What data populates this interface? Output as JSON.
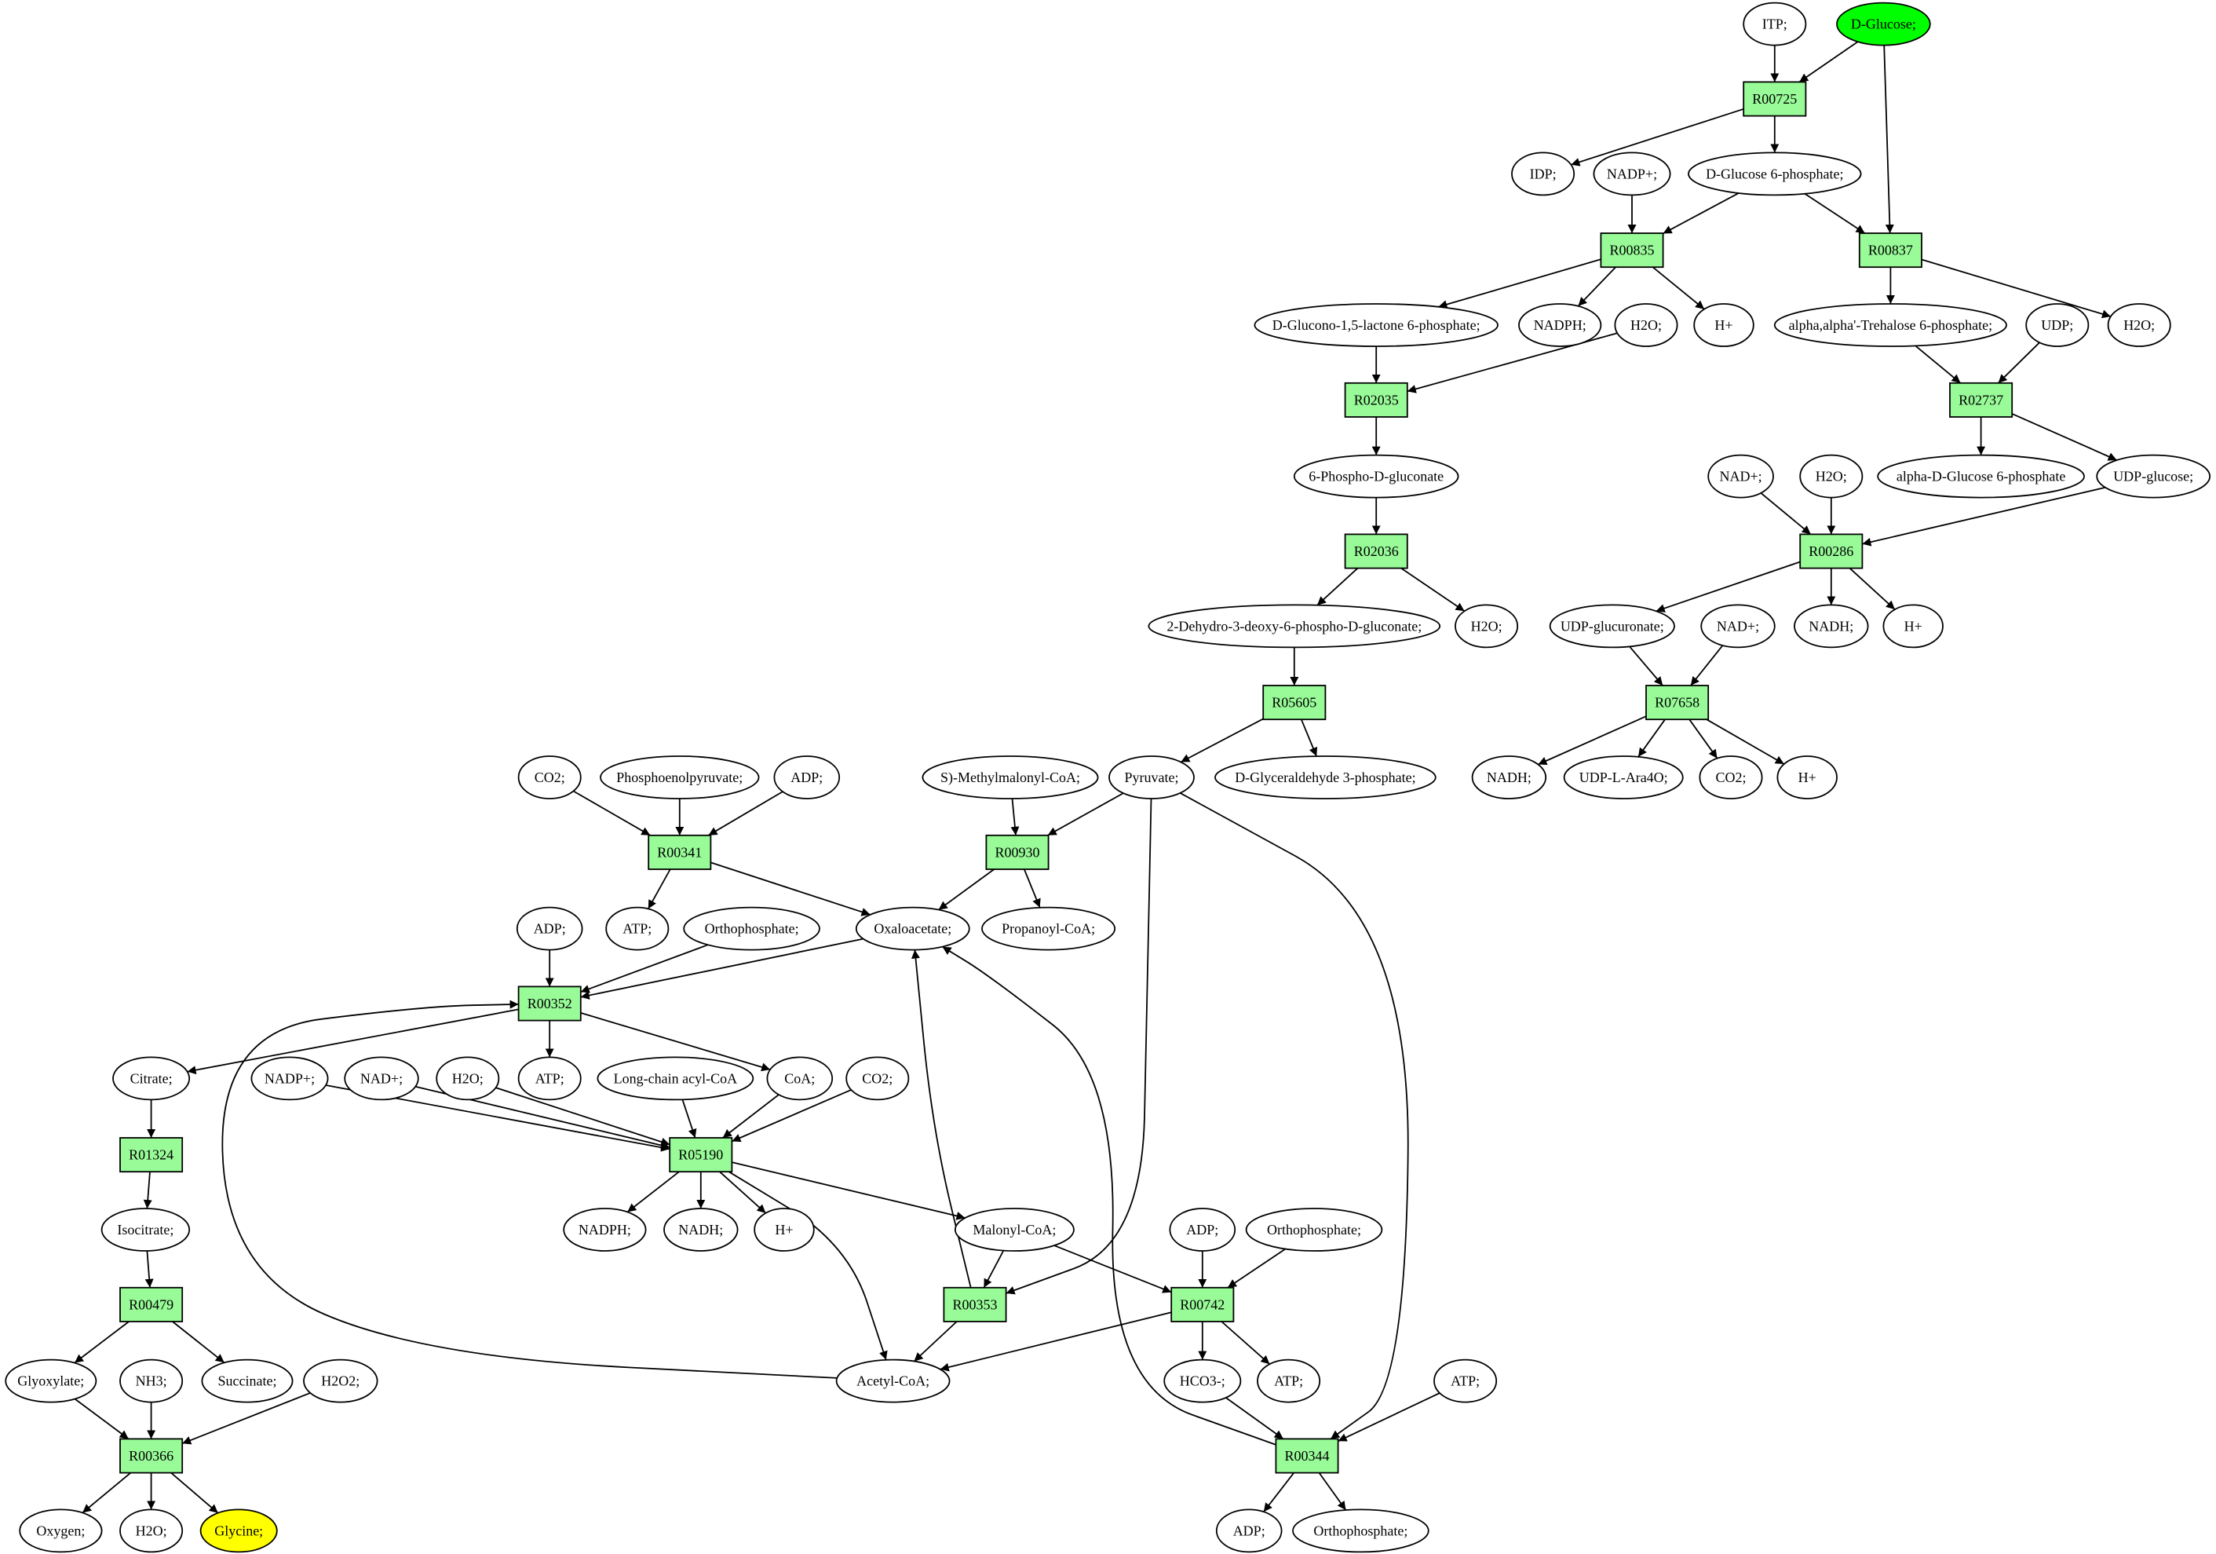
{
  "colors": {
    "reaction_fill": "#98fb98",
    "metabolite_fill": "#ffffff",
    "start_fill": "#00ff00",
    "target_fill": "#ffff00",
    "stroke": "#000000"
  },
  "nodes": {
    "n_itp": {
      "label": "ITP;",
      "kind": "metabolite"
    },
    "n_dglc": {
      "label": "D-Glucose;",
      "kind": "metabolite",
      "highlight": "start"
    },
    "r00725": {
      "label": "R00725",
      "kind": "reaction"
    },
    "n_idp": {
      "label": "IDP;",
      "kind": "metabolite"
    },
    "n_nadp1": {
      "label": "NADP+;",
      "kind": "metabolite"
    },
    "n_g6p": {
      "label": "D-Glucose 6-phosphate;",
      "kind": "metabolite"
    },
    "r00835": {
      "label": "R00835",
      "kind": "reaction"
    },
    "r00837": {
      "label": "R00837",
      "kind": "reaction"
    },
    "n_glu15l": {
      "label": "D-Glucono-1,5-lactone 6-phosphate;",
      "kind": "metabolite"
    },
    "n_nadph1": {
      "label": "NADPH;",
      "kind": "metabolite"
    },
    "n_h2o1": {
      "label": "H2O;",
      "kind": "metabolite"
    },
    "n_h1": {
      "label": "H+",
      "kind": "metabolite"
    },
    "n_tre6p": {
      "label": "alpha,alpha'-Trehalose 6-phosphate;",
      "kind": "metabolite"
    },
    "n_udp": {
      "label": "UDP;",
      "kind": "metabolite"
    },
    "n_h2o2": {
      "label": "H2O;",
      "kind": "metabolite"
    },
    "r02035": {
      "label": "R02035",
      "kind": "reaction"
    },
    "r02737": {
      "label": "R02737",
      "kind": "reaction"
    },
    "n_6pg": {
      "label": "6-Phospho-D-gluconate",
      "kind": "metabolite"
    },
    "n_ag1p": {
      "label": "alpha-D-Glucose 6-phosphate",
      "kind": "metabolite"
    },
    "n_udpglc": {
      "label": "UDP-glucose;",
      "kind": "metabolite"
    },
    "n_nad1": {
      "label": "NAD+;",
      "kind": "metabolite"
    },
    "n_h2o3": {
      "label": "H2O;",
      "kind": "metabolite"
    },
    "r02036": {
      "label": "R02036",
      "kind": "reaction"
    },
    "r00286": {
      "label": "R00286",
      "kind": "reaction"
    },
    "n_kdpg": {
      "label": "2-Dehydro-3-deoxy-6-phospho-D-gluconate;",
      "kind": "metabolite"
    },
    "n_h2o4": {
      "label": "H2O;",
      "kind": "metabolite"
    },
    "n_udpgca": {
      "label": "UDP-glucuronate;",
      "kind": "metabolite"
    },
    "n_nad2": {
      "label": "NAD+;",
      "kind": "metabolite"
    },
    "n_nadh1": {
      "label": "NADH;",
      "kind": "metabolite"
    },
    "n_h2": {
      "label": "H+",
      "kind": "metabolite"
    },
    "r05605": {
      "label": "R05605",
      "kind": "reaction"
    },
    "r07658": {
      "label": "R07658",
      "kind": "reaction"
    },
    "n_co2a": {
      "label": "CO2;",
      "kind": "metabolite"
    },
    "n_pep": {
      "label": "Phosphoenolpyruvate;",
      "kind": "metabolite"
    },
    "n_adp1": {
      "label": "ADP;",
      "kind": "metabolite"
    },
    "n_smm": {
      "label": "S)-Methylmalonyl-CoA;",
      "kind": "metabolite"
    },
    "n_pyr": {
      "label": "Pyruvate;",
      "kind": "metabolite"
    },
    "n_gap": {
      "label": "D-Glyceraldehyde 3-phosphate;",
      "kind": "metabolite"
    },
    "n_nadh2": {
      "label": "NADH;",
      "kind": "metabolite"
    },
    "n_udpara": {
      "label": "UDP-L-Ara4O;",
      "kind": "metabolite"
    },
    "n_co2b": {
      "label": "CO2;",
      "kind": "metabolite"
    },
    "n_h3": {
      "label": "H+",
      "kind": "metabolite"
    },
    "r00341": {
      "label": "R00341",
      "kind": "reaction"
    },
    "r00930": {
      "label": "R00930",
      "kind": "reaction"
    },
    "n_atp1": {
      "label": "ATP;",
      "kind": "metabolite"
    },
    "n_oaa": {
      "label": "Oxaloacetate;",
      "kind": "metabolite"
    },
    "n_propcoa": {
      "label": "Propanoyl-CoA;",
      "kind": "metabolite"
    },
    "n_adp2": {
      "label": "ADP;",
      "kind": "metabolite"
    },
    "n_pi1": {
      "label": "Orthophosphate;",
      "kind": "metabolite"
    },
    "r00352": {
      "label": "R00352",
      "kind": "reaction"
    },
    "n_cit": {
      "label": "Citrate;",
      "kind": "metabolite"
    },
    "n_nadp2": {
      "label": "NADP+;",
      "kind": "metabolite"
    },
    "n_nad3": {
      "label": "NAD+;",
      "kind": "metabolite"
    },
    "n_h2o5": {
      "label": "H2O;",
      "kind": "metabolite"
    },
    "n_atp2": {
      "label": "ATP;",
      "kind": "metabolite"
    },
    "n_lcacoa": {
      "label": "Long-chain acyl-CoA",
      "kind": "metabolite"
    },
    "n_coa": {
      "label": "CoA;",
      "kind": "metabolite"
    },
    "n_co2c": {
      "label": "CO2;",
      "kind": "metabolite"
    },
    "r01324": {
      "label": "R01324",
      "kind": "reaction"
    },
    "r05190": {
      "label": "R05190",
      "kind": "reaction"
    },
    "n_icit": {
      "label": "Isocitrate;",
      "kind": "metabolite"
    },
    "n_nadph2": {
      "label": "NADPH;",
      "kind": "metabolite"
    },
    "n_nadh3": {
      "label": "NADH;",
      "kind": "metabolite"
    },
    "n_h4": {
      "label": "H+",
      "kind": "metabolite"
    },
    "n_malcoa": {
      "label": "Malonyl-CoA;",
      "kind": "metabolite"
    },
    "n_adp3": {
      "label": "ADP;",
      "kind": "metabolite"
    },
    "n_pi2": {
      "label": "Orthophosphate;",
      "kind": "metabolite"
    },
    "r00479": {
      "label": "R00479",
      "kind": "reaction"
    },
    "r00353": {
      "label": "R00353",
      "kind": "reaction"
    },
    "r00742": {
      "label": "R00742",
      "kind": "reaction"
    },
    "n_glx": {
      "label": "Glyoxylate;",
      "kind": "metabolite"
    },
    "n_nh3": {
      "label": "NH3;",
      "kind": "metabolite"
    },
    "n_succ": {
      "label": "Succinate;",
      "kind": "metabolite"
    },
    "n_h2o2b": {
      "label": "H2O2;",
      "kind": "metabolite"
    },
    "n_accoa": {
      "label": "Acetyl-CoA;",
      "kind": "metabolite"
    },
    "n_hco3": {
      "label": "HCO3-;",
      "kind": "metabolite"
    },
    "n_atp3": {
      "label": "ATP;",
      "kind": "metabolite"
    },
    "n_atp4": {
      "label": "ATP;",
      "kind": "metabolite"
    },
    "r00366": {
      "label": "R00366",
      "kind": "reaction"
    },
    "r00344": {
      "label": "R00344",
      "kind": "reaction"
    },
    "n_o2": {
      "label": "Oxygen;",
      "kind": "metabolite"
    },
    "n_h2o6": {
      "label": "H2O;",
      "kind": "metabolite"
    },
    "n_gly": {
      "label": "Glycine;",
      "kind": "metabolite",
      "highlight": "target"
    },
    "n_adp4": {
      "label": "ADP;",
      "kind": "metabolite"
    },
    "n_pi3": {
      "label": "Orthophosphate;",
      "kind": "metabolite"
    }
  },
  "edges": [
    [
      "n_itp",
      "r00725"
    ],
    [
      "n_dglc",
      "r00725"
    ],
    [
      "n_dglc",
      "r00837"
    ],
    [
      "r00725",
      "n_idp"
    ],
    [
      "r00725",
      "n_g6p"
    ],
    [
      "n_nadp1",
      "r00835"
    ],
    [
      "n_g6p",
      "r00835"
    ],
    [
      "n_g6p",
      "r00837"
    ],
    [
      "r00835",
      "n_glu15l"
    ],
    [
      "r00835",
      "n_nadph1"
    ],
    [
      "r00835",
      "n_h1"
    ],
    [
      "r00837",
      "n_tre6p"
    ],
    [
      "r00837",
      "n_h2o2"
    ],
    [
      "n_glu15l",
      "r02035"
    ],
    [
      "n_h2o1",
      "r02035"
    ],
    [
      "r02035",
      "n_6pg"
    ],
    [
      "n_tre6p",
      "r02737"
    ],
    [
      "n_udp",
      "r02737"
    ],
    [
      "r02737",
      "n_ag1p"
    ],
    [
      "r02737",
      "n_udpglc"
    ],
    [
      "n_6pg",
      "r02036"
    ],
    [
      "r02036",
      "n_kdpg"
    ],
    [
      "r02036",
      "n_h2o4"
    ],
    [
      "n_nad1",
      "r00286"
    ],
    [
      "n_h2o3",
      "r00286"
    ],
    [
      "n_udpglc",
      "r00286"
    ],
    [
      "r00286",
      "n_udpgca"
    ],
    [
      "r00286",
      "n_nadh1"
    ],
    [
      "r00286",
      "n_h2"
    ],
    [
      "n_kdpg",
      "r05605"
    ],
    [
      "r05605",
      "n_pyr"
    ],
    [
      "r05605",
      "n_gap"
    ],
    [
      "n_udpgca",
      "r07658"
    ],
    [
      "n_nad2",
      "r07658"
    ],
    [
      "r07658",
      "n_nadh2"
    ],
    [
      "r07658",
      "n_udpara"
    ],
    [
      "r07658",
      "n_co2b"
    ],
    [
      "r07658",
      "n_h3"
    ],
    [
      "n_co2a",
      "r00341"
    ],
    [
      "n_pep",
      "r00341"
    ],
    [
      "n_adp1",
      "r00341"
    ],
    [
      "r00341",
      "n_atp1"
    ],
    [
      "r00341",
      "n_oaa"
    ],
    [
      "n_smm",
      "r00930"
    ],
    [
      "n_pyr",
      "r00930"
    ],
    [
      "r00930",
      "n_oaa"
    ],
    [
      "r00930",
      "n_propcoa"
    ],
    [
      "n_pyr",
      "r00353"
    ],
    [
      "n_pyr",
      "r00344"
    ],
    [
      "n_adp2",
      "r00352"
    ],
    [
      "n_pi1",
      "r00352"
    ],
    [
      "n_oaa",
      "r00352"
    ],
    [
      "r00352",
      "n_cit"
    ],
    [
      "r00352",
      "n_atp2"
    ],
    [
      "r00352",
      "n_coa"
    ],
    [
      "n_cit",
      "r01324"
    ],
    [
      "r01324",
      "n_icit"
    ],
    [
      "n_nadp2",
      "r05190"
    ],
    [
      "n_nad3",
      "r05190"
    ],
    [
      "n_h2o5",
      "r05190"
    ],
    [
      "n_lcacoa",
      "r05190"
    ],
    [
      "n_coa",
      "r05190"
    ],
    [
      "n_co2c",
      "r05190"
    ],
    [
      "r05190",
      "n_nadph2"
    ],
    [
      "r05190",
      "n_nadh3"
    ],
    [
      "r05190",
      "n_h4"
    ],
    [
      "r05190",
      "n_malcoa"
    ],
    [
      "r05190",
      "n_accoa"
    ],
    [
      "n_icit",
      "r00479"
    ],
    [
      "r00479",
      "n_glx"
    ],
    [
      "r00479",
      "n_succ"
    ],
    [
      "n_malcoa",
      "r00353"
    ],
    [
      "n_malcoa",
      "r00742"
    ],
    [
      "r00353",
      "n_oaa"
    ],
    [
      "r00353",
      "n_accoa"
    ],
    [
      "n_adp3",
      "r00742"
    ],
    [
      "n_pi2",
      "r00742"
    ],
    [
      "r00742",
      "n_accoa"
    ],
    [
      "r00742",
      "n_hco3"
    ],
    [
      "r00742",
      "n_atp3"
    ],
    [
      "n_accoa",
      "r00352"
    ],
    [
      "n_glx",
      "r00366"
    ],
    [
      "n_nh3",
      "r00366"
    ],
    [
      "n_h2o2b",
      "r00366"
    ],
    [
      "r00366",
      "n_o2"
    ],
    [
      "r00366",
      "n_h2o6"
    ],
    [
      "r00366",
      "n_gly"
    ],
    [
      "n_hco3",
      "r00344"
    ],
    [
      "n_atp4",
      "r00344"
    ],
    [
      "r00344",
      "n_adp4"
    ],
    [
      "r00344",
      "n_pi3"
    ],
    [
      "r00344",
      "n_oaa"
    ]
  ]
}
